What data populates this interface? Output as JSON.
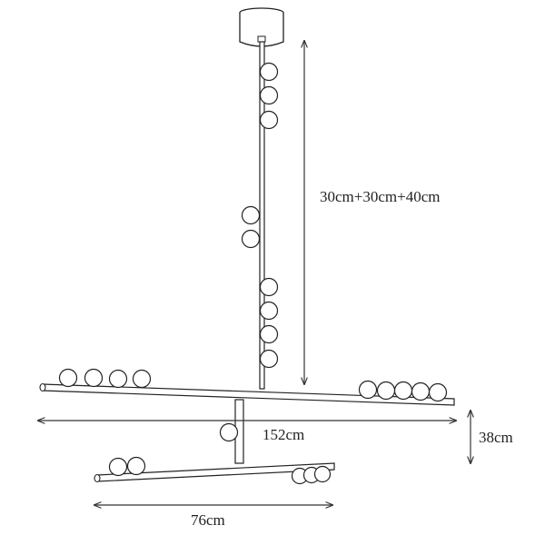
{
  "dimensions": {
    "drop_height": "30cm+30cm+40cm",
    "upper_bar_width": "152cm",
    "lower_drop": "38cm",
    "lower_bar_width": "76cm"
  }
}
